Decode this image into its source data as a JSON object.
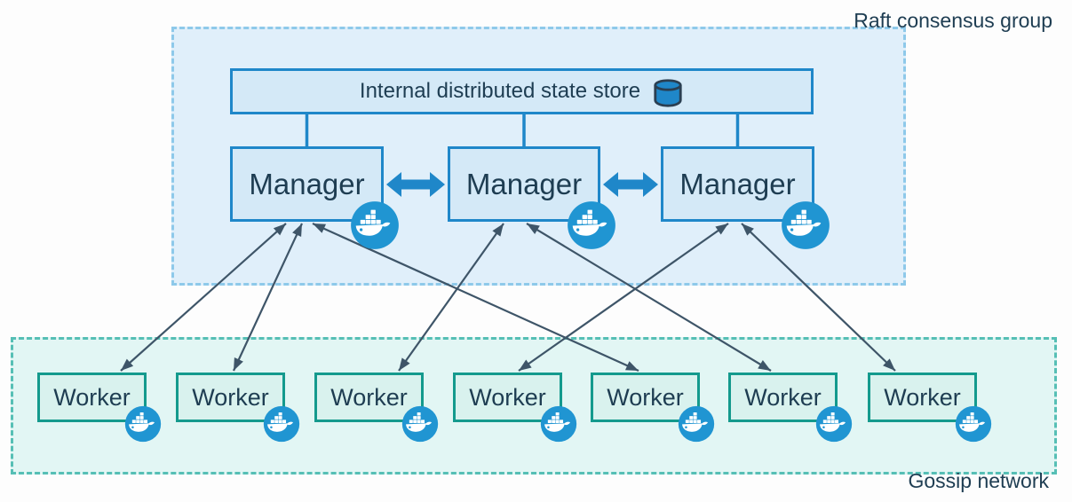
{
  "diagram": {
    "raft_group": {
      "label": "Raft consensus group"
    },
    "state_store": {
      "label": "Internal distributed state store",
      "icon": "database-cylinder-icon"
    },
    "managers": [
      {
        "label": "Manager"
      },
      {
        "label": "Manager"
      },
      {
        "label": "Manager"
      }
    ],
    "workers": [
      {
        "label": "Worker"
      },
      {
        "label": "Worker"
      },
      {
        "label": "Worker"
      },
      {
        "label": "Worker"
      },
      {
        "label": "Worker"
      },
      {
        "label": "Worker"
      },
      {
        "label": "Worker"
      }
    ],
    "gossip_network": {
      "label": "Gossip network"
    },
    "node_badge_icon": "docker-whale-icon",
    "colors": {
      "manager_accent": "#1f87c9",
      "worker_accent": "#149a8d",
      "docker_badge": "#2095d2",
      "arrow": "#3e5568",
      "text": "#1e3d52"
    },
    "edges": {
      "store_to_managers": [
        0,
        1,
        2
      ],
      "manager_peer_links": [
        [
          0,
          1
        ],
        [
          1,
          2
        ]
      ],
      "manager_worker_links": [
        {
          "manager": 0,
          "worker": 0
        },
        {
          "manager": 0,
          "worker": 1
        },
        {
          "manager": 0,
          "worker": 4
        },
        {
          "manager": 1,
          "worker": 2
        },
        {
          "manager": 1,
          "worker": 5
        },
        {
          "manager": 2,
          "worker": 3
        },
        {
          "manager": 2,
          "worker": 6
        }
      ]
    }
  }
}
